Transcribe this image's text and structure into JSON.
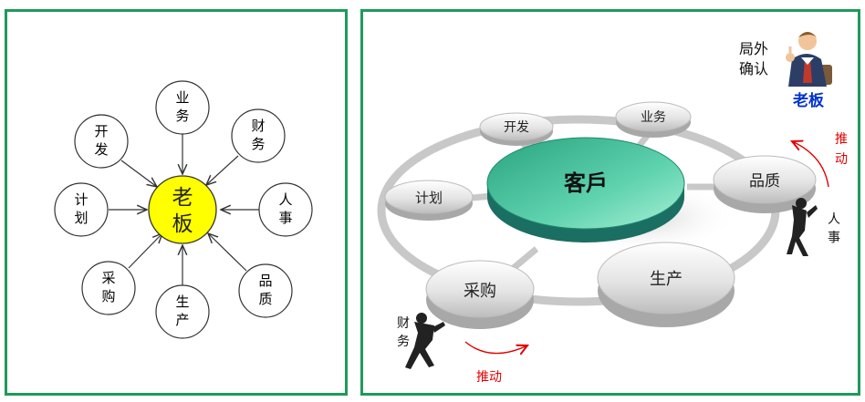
{
  "left": {
    "center": {
      "line1": "老",
      "line2": "板"
    },
    "nodes": [
      {
        "id": "yewu",
        "line1": "业",
        "line2": "务"
      },
      {
        "id": "caiwu",
        "line1": "财",
        "line2": "务"
      },
      {
        "id": "renshi",
        "line1": "人",
        "line2": "事"
      },
      {
        "id": "pinzhi",
        "line1": "品",
        "line2": "质"
      },
      {
        "id": "shengchan",
        "line1": "生",
        "line2": "产"
      },
      {
        "id": "caigou",
        "line1": "采",
        "line2": "购"
      },
      {
        "id": "jihua",
        "line1": "计",
        "line2": "划"
      },
      {
        "id": "kaifa",
        "line1": "开",
        "line2": "发"
      }
    ]
  },
  "right": {
    "center": "客戶",
    "nodes": {
      "kaifa": "开发",
      "yewu": "业务",
      "pinzhi": "品质",
      "jihua": "计划",
      "caigou": "采购",
      "shengchan": "生产"
    },
    "boss_note": {
      "line1": "局外",
      "line2": "确认"
    },
    "boss_label": "老板",
    "renshi": {
      "line1": "人",
      "line2": "事"
    },
    "caiwu": {
      "line1": "财",
      "line2": "务"
    },
    "push_top": {
      "line1": "推",
      "line2": "动"
    },
    "push_bottom": "推动"
  },
  "colors": {
    "panel_border": "#1f9a5a",
    "center_yellow": "#ffff00",
    "teal": "#3cbf98",
    "push_red": "#e00000",
    "boss_blue": "#0033cc"
  }
}
